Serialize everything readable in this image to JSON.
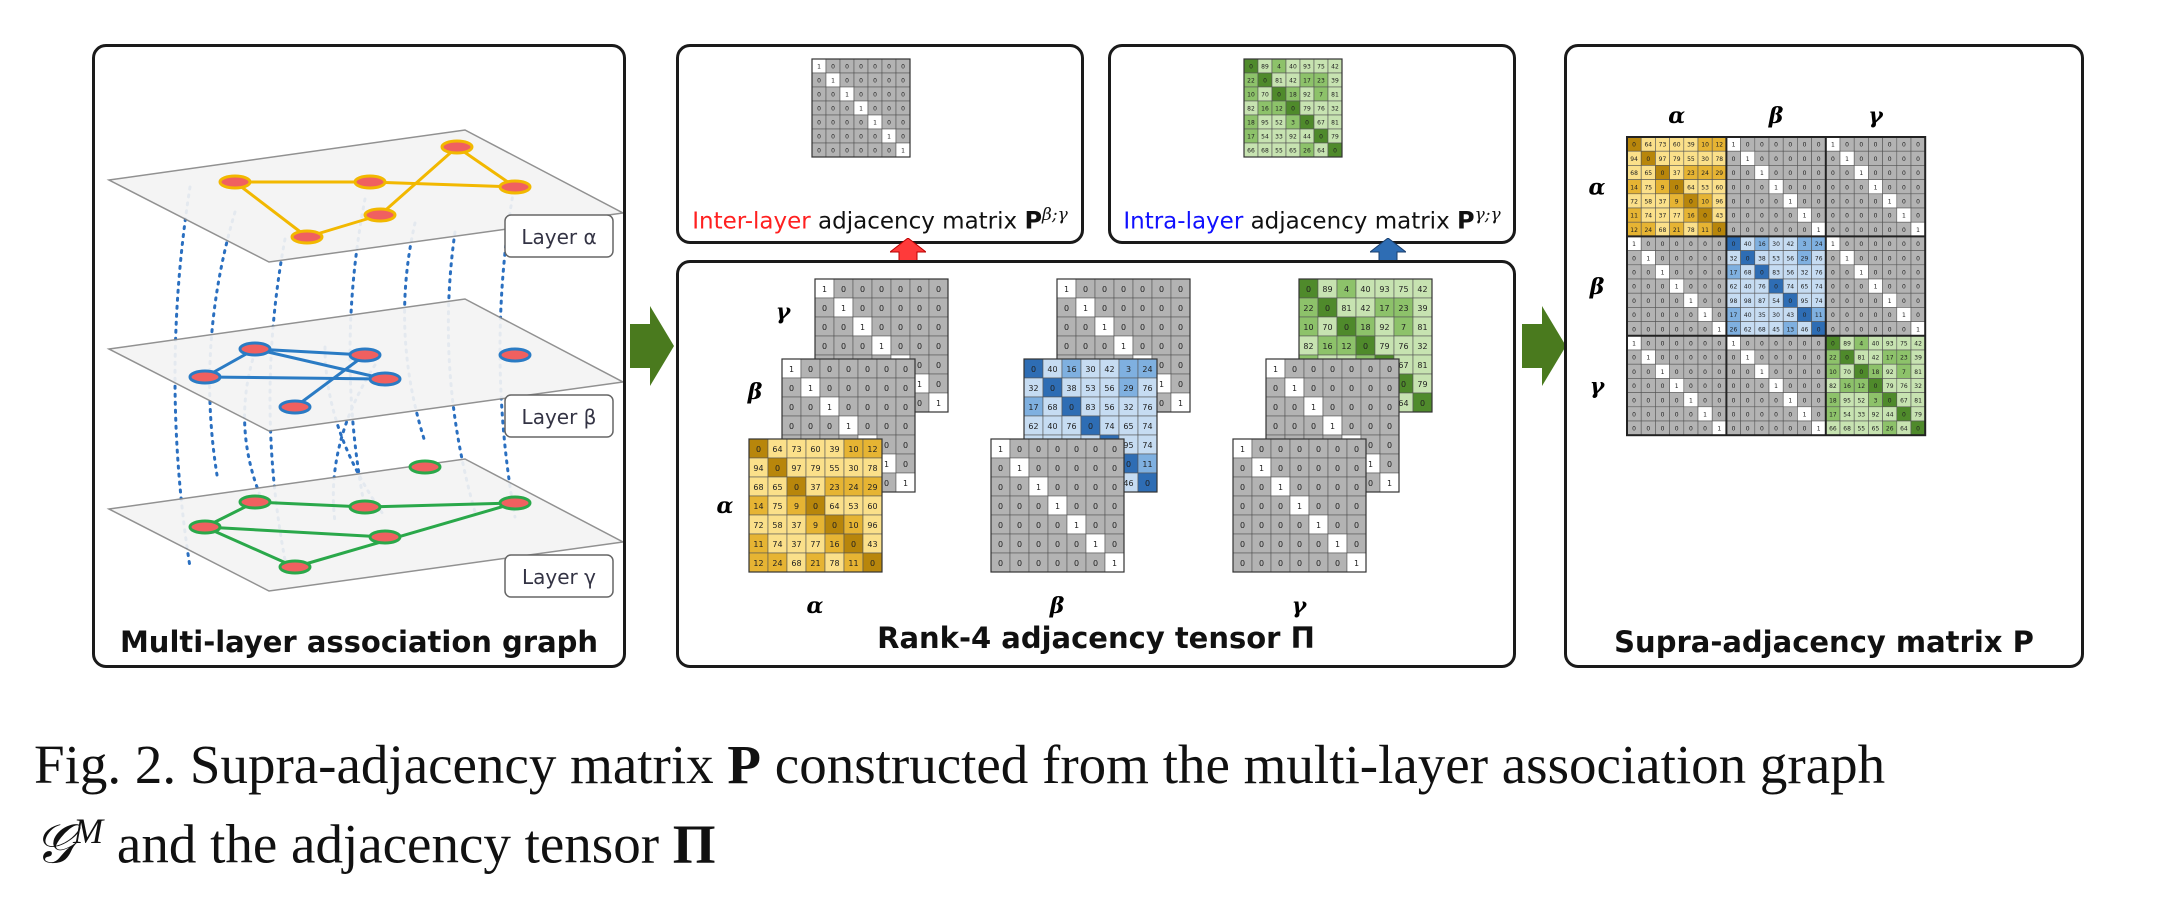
{
  "panels": {
    "graph_title": "Multi-layer association graph",
    "tensor_title": "Rank-4 adjacency tensor Π",
    "supra_title": "Supra-adjacency matrix P"
  },
  "layer_labels": {
    "alpha": "Layer α",
    "beta": "Layer β",
    "gamma": "Layer γ"
  },
  "greek": {
    "alpha": "α",
    "beta": "β",
    "gamma": "γ"
  },
  "inter": {
    "colored": "Inter-layer",
    "rest": " adjacency matrix ",
    "symbol": "P",
    "sup": "β;γ"
  },
  "intra": {
    "colored": "Intra-layer",
    "rest": " adjacency matrix ",
    "symbol": "P",
    "sup": "γ;γ"
  },
  "caption": {
    "prefix": "Fig. 2. Supra-adjacency matrix ",
    "symbol_P": "P",
    "middle": " constructed from the multi-layer association graph",
    "symbol_G": "𝒢",
    "sup_M": "M",
    "suffix": " and the adjacency tensor ",
    "symbol_Pi": "Π"
  },
  "matrices": {
    "alpha": [
      [
        0,
        64,
        73,
        60,
        39,
        10,
        12
      ],
      [
        94,
        0,
        97,
        79,
        55,
        30,
        78
      ],
      [
        68,
        65,
        0,
        37,
        23,
        24,
        29
      ],
      [
        14,
        75,
        9,
        0,
        64,
        53,
        60
      ],
      [
        72,
        58,
        37,
        9,
        0,
        10,
        96
      ],
      [
        11,
        74,
        37,
        77,
        16,
        0,
        43
      ],
      [
        12,
        24,
        68,
        21,
        78,
        11,
        0
      ]
    ],
    "beta": [
      [
        0,
        40,
        16,
        30,
        42,
        3,
        24
      ],
      [
        32,
        0,
        38,
        53,
        56,
        29,
        76
      ],
      [
        17,
        68,
        0,
        83,
        56,
        32,
        76
      ],
      [
        62,
        40,
        76,
        0,
        74,
        65,
        74
      ],
      [
        98,
        98,
        87,
        54,
        0,
        95,
        74
      ],
      [
        17,
        40,
        35,
        30,
        43,
        0,
        11
      ],
      [
        26,
        62,
        68,
        45,
        13,
        46,
        0
      ]
    ],
    "gamma": [
      [
        0,
        89,
        4,
        40,
        93,
        75,
        42
      ],
      [
        22,
        0,
        81,
        42,
        17,
        23,
        39
      ],
      [
        10,
        70,
        0,
        18,
        92,
        7,
        81
      ],
      [
        82,
        16,
        12,
        0,
        79,
        76,
        32
      ],
      [
        18,
        95,
        52,
        3,
        0,
        67,
        81
      ],
      [
        17,
        54,
        33,
        92,
        44,
        0,
        79
      ],
      [
        66,
        68,
        55,
        65,
        26,
        64,
        0
      ]
    ],
    "identity_diag": 1
  },
  "colors": {
    "alpha_light": "#fbe08a",
    "alpha_mid": "#e6b433",
    "alpha_dark": "#b8860b",
    "beta_light": "#c6dcf2",
    "beta_mid": "#7fb0e0",
    "beta_dark": "#2e6db4",
    "gamma_light": "#c7e3b1",
    "gamma_mid": "#8dc26a",
    "gamma_dark": "#4f8a2b",
    "gray": "#b3b3b3",
    "inter_red": "#ff2020",
    "intra_blue": "#1010ff",
    "arrow_green": "#4a7a1e",
    "edge_alpha": "#f2b800",
    "edge_beta": "#2a7bc4",
    "edge_gamma": "#2aa84a"
  }
}
